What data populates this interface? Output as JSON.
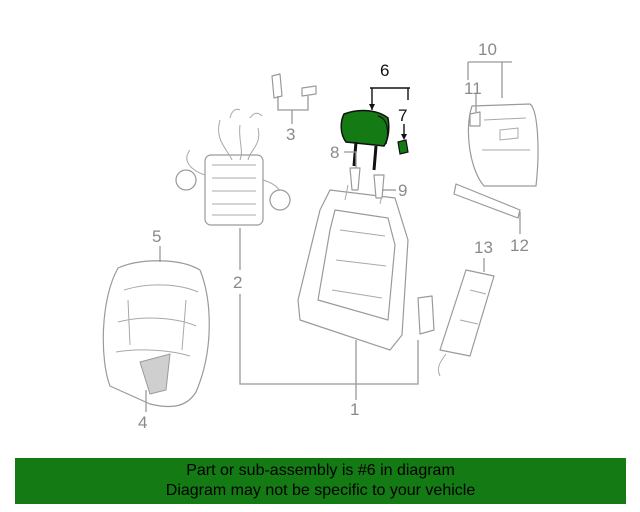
{
  "diagram": {
    "highlighted_part": "6",
    "callouts": [
      "1",
      "2",
      "3",
      "4",
      "5",
      "6",
      "7",
      "8",
      "9",
      "10",
      "11",
      "12",
      "13"
    ]
  },
  "banner": {
    "line1": "Part or sub-assembly is #6 in diagram",
    "line2": "Diagram may not be specific to your vehicle",
    "background_color": "#147a14"
  },
  "colors": {
    "highlight": "#147a14",
    "line": "#999999"
  }
}
